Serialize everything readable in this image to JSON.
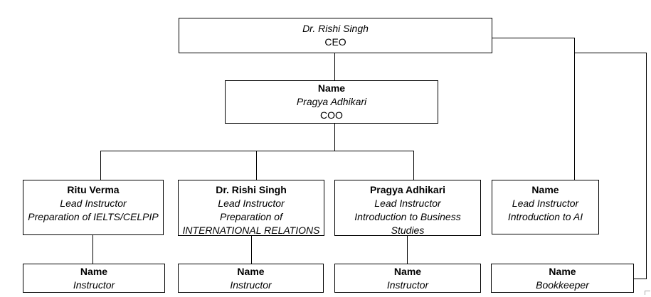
{
  "diagram": {
    "type": "org-chart",
    "colors": {
      "background": "#ffffff",
      "line": "#000000",
      "text": "#000000",
      "corner_mark": "#a9a9a9"
    },
    "nodes": {
      "ceo": {
        "name": "Dr. Rishi Singh",
        "title": "CEO"
      },
      "coo": {
        "label": "Name",
        "name": "Pragya Adhikari",
        "title": "COO"
      },
      "lead1": {
        "name": "Ritu Verma",
        "role": "Lead Instructor",
        "subject": "Preparation of IELTS/CELPIP"
      },
      "lead2": {
        "name": "Dr. Rishi Singh",
        "role": "Lead Instructor",
        "subject_line1": "Preparation of",
        "subject_line2": "INTERNATIONAL RELATIONS"
      },
      "lead3": {
        "name": "Pragya Adhikari",
        "role": "Lead Instructor",
        "subject_line1": "Introduction to Business",
        "subject_line2": "Studies"
      },
      "lead4": {
        "label": "Name",
        "role": "Lead Instructor",
        "subject": "Introduction to AI"
      },
      "inst1": {
        "label": "Name",
        "role": "Instructor"
      },
      "inst2": {
        "label": "Name",
        "role": "Instructor"
      },
      "inst3": {
        "label": "Name",
        "role": "Instructor"
      },
      "bookkeeper": {
        "label": "Name",
        "role": "Bookkeeper"
      }
    }
  }
}
